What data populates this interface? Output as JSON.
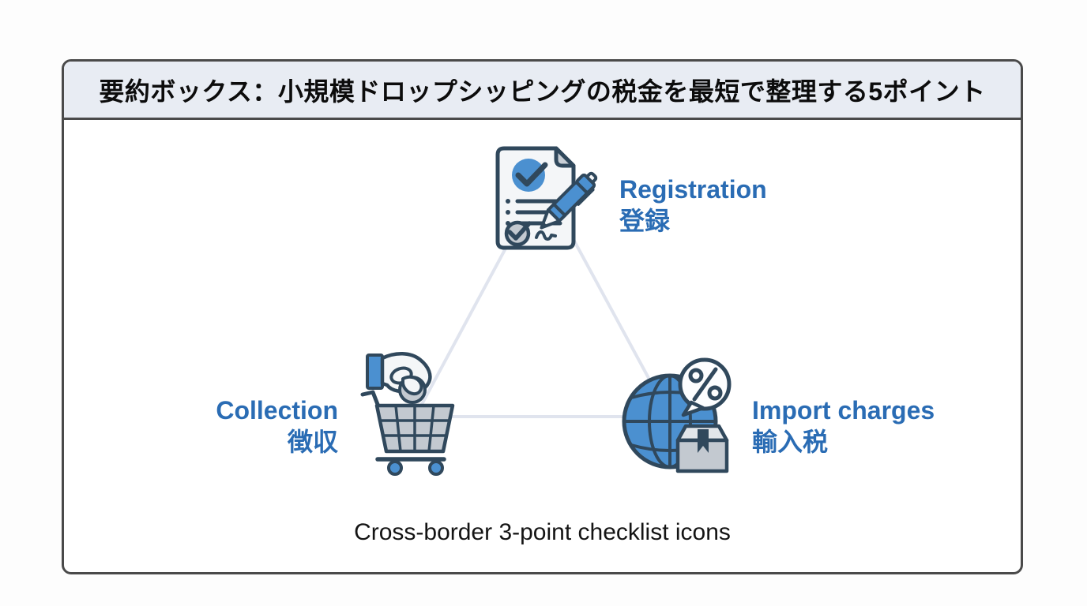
{
  "colors": {
    "page_bg": "#fdfdfd",
    "card_border": "#4a4a4a",
    "header_bg": "#e8ecf3",
    "title_color": "#0c0c0c",
    "caption_color": "#141414",
    "accent": "#2a6cb4",
    "navy": "#30485c",
    "blue": "#4b90d0",
    "gray": "#c3c9d0",
    "light": "#f4f6f8",
    "fold": "#c9cfd6",
    "box_top": "#e2e6ea",
    "bubble": "#fcfdfe",
    "connector": "#e0e4ee"
  },
  "header": {
    "title": "要約ボックス：小規模ドロップシッピングの税金を最短で整理する5ポイント"
  },
  "diagram": {
    "caption": "Cross-border 3-point checklist icons",
    "nodes": [
      {
        "id": "registration",
        "label_en": "Registration",
        "label_ja": "登録",
        "icon": "document-checklist-pen-icon"
      },
      {
        "id": "collection",
        "label_en": "Collection",
        "label_ja": "徴収",
        "icon": "hand-coin-cart-icon"
      },
      {
        "id": "import_charges",
        "label_en": "Import charges",
        "label_ja": "輸入税",
        "icon": "globe-percent-package-icon"
      }
    ]
  }
}
